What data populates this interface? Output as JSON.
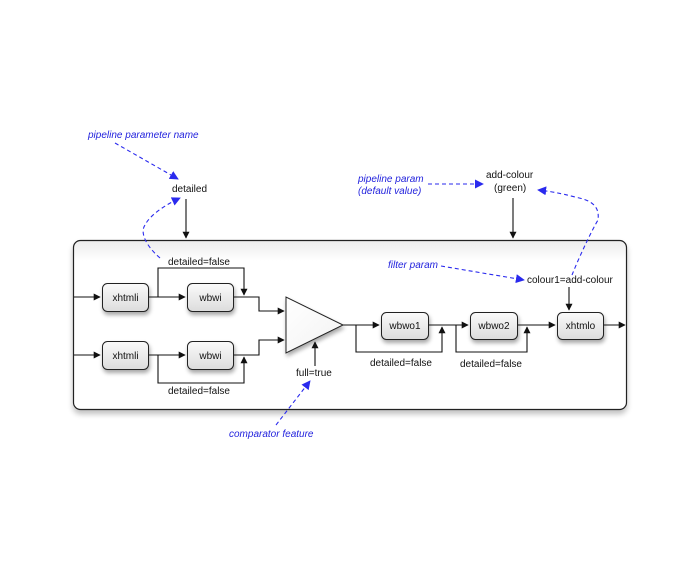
{
  "diagram": {
    "type": "pipeline-diagram",
    "annotation_color": "#2a2aee",
    "nodes": [
      {
        "id": "xhtmli1",
        "label": "xhtmli"
      },
      {
        "id": "wbwi1",
        "label": "wbwi"
      },
      {
        "id": "xhtmli2",
        "label": "xhtmli"
      },
      {
        "id": "wbwi2",
        "label": "wbwi"
      },
      {
        "id": "comparator",
        "label": ""
      },
      {
        "id": "wbwo1",
        "label": "wbwo1"
      },
      {
        "id": "wbwo2",
        "label": "wbwo2"
      },
      {
        "id": "xhtmlo",
        "label": "xhtmlo"
      }
    ],
    "params": {
      "detailed": "detailed",
      "add_colour": "add-colour",
      "add_colour_default": "(green)",
      "colour1": "colour1=add-colour",
      "full": "full=true",
      "wbwi1_detailed": "detailed=false",
      "wbwi2_detailed": "detailed=false",
      "wbwo1_detailed": "detailed=false",
      "wbwo2_detailed": "detailed=false"
    },
    "annotations": {
      "pipeline_parameter_name": "pipeline parameter name",
      "pipeline_param_line1": "pipeline param",
      "pipeline_param_line2": "(default value)",
      "filter_param": "filter param",
      "comparator_feature": "comparator feature"
    },
    "edges": [
      {
        "from": "input",
        "to": "xhtmli1"
      },
      {
        "from": "xhtmli1",
        "to": "wbwi1"
      },
      {
        "from": "wbwi1",
        "to": "comparator"
      },
      {
        "from": "input",
        "to": "xhtmli2"
      },
      {
        "from": "xhtmli2",
        "to": "wbwi2"
      },
      {
        "from": "wbwi2",
        "to": "comparator"
      },
      {
        "from": "comparator",
        "to": "wbwo1"
      },
      {
        "from": "wbwo1",
        "to": "wbwo2"
      },
      {
        "from": "wbwo2",
        "to": "xhtmlo"
      },
      {
        "from": "xhtmlo",
        "to": "output"
      }
    ]
  }
}
